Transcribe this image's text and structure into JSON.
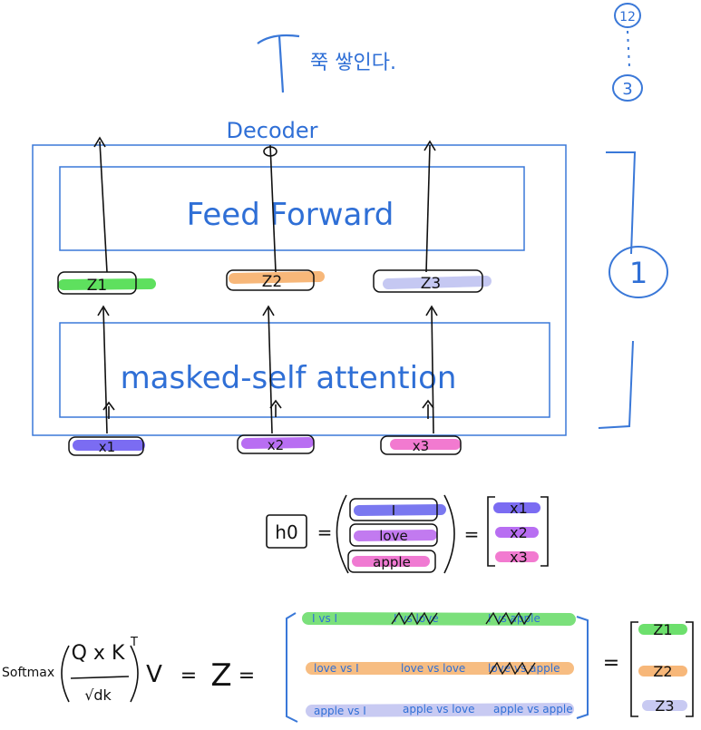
{
  "decoder": {
    "top_note": "쭉 쌓인다.",
    "title": "Decoder",
    "feed_forward_label": "Feed Forward",
    "attention_label": "masked-self attention",
    "block_index": "1",
    "stack_markers": [
      "12",
      "3"
    ]
  },
  "tokens": {
    "z": [
      {
        "label": "Z1",
        "color": "#5ee05e"
      },
      {
        "label": "Z2",
        "color": "#f7b779"
      },
      {
        "label": "Z3",
        "color": "#c5c8f2"
      }
    ],
    "x": [
      {
        "label": "x1",
        "color": "#7b6cf2"
      },
      {
        "label": "x2",
        "color": "#b86ef2"
      },
      {
        "label": "x3",
        "color": "#f27ad0"
      }
    ]
  },
  "h0": {
    "label": "h0",
    "words": [
      {
        "text": "I",
        "color": "#7a78f0"
      },
      {
        "text": "love",
        "color": "#c27af0"
      },
      {
        "text": "apple",
        "color": "#f07ad2"
      }
    ],
    "vector": [
      "x1",
      "x2",
      "x3"
    ],
    "vector_colors": [
      "#7b6cf2",
      "#b86ef2",
      "#f27ad0"
    ]
  },
  "formula": {
    "softmax": "Softmax",
    "numerator": "Q x K",
    "transpose": "T",
    "denominator": "√dk",
    "v": "V",
    "eq1": "=",
    "z": "Z",
    "eq2": "=",
    "eq3": "="
  },
  "matrix": {
    "rows": [
      {
        "color": "#7be07b",
        "cells": [
          "I vs I",
          "I vs love",
          "I vs apple"
        ]
      },
      {
        "color": "#f7bd82",
        "cells": [
          "love vs I",
          "love vs love",
          "love vs apple"
        ]
      },
      {
        "color": "#c8caf2",
        "cells": [
          "apple vs I",
          "apple vs love",
          "apple vs apple"
        ]
      }
    ],
    "result": [
      {
        "label": "Z1",
        "color": "#6de06d"
      },
      {
        "label": "Z2",
        "color": "#f7b779"
      },
      {
        "label": "Z3",
        "color": "#c8caf2"
      }
    ]
  }
}
